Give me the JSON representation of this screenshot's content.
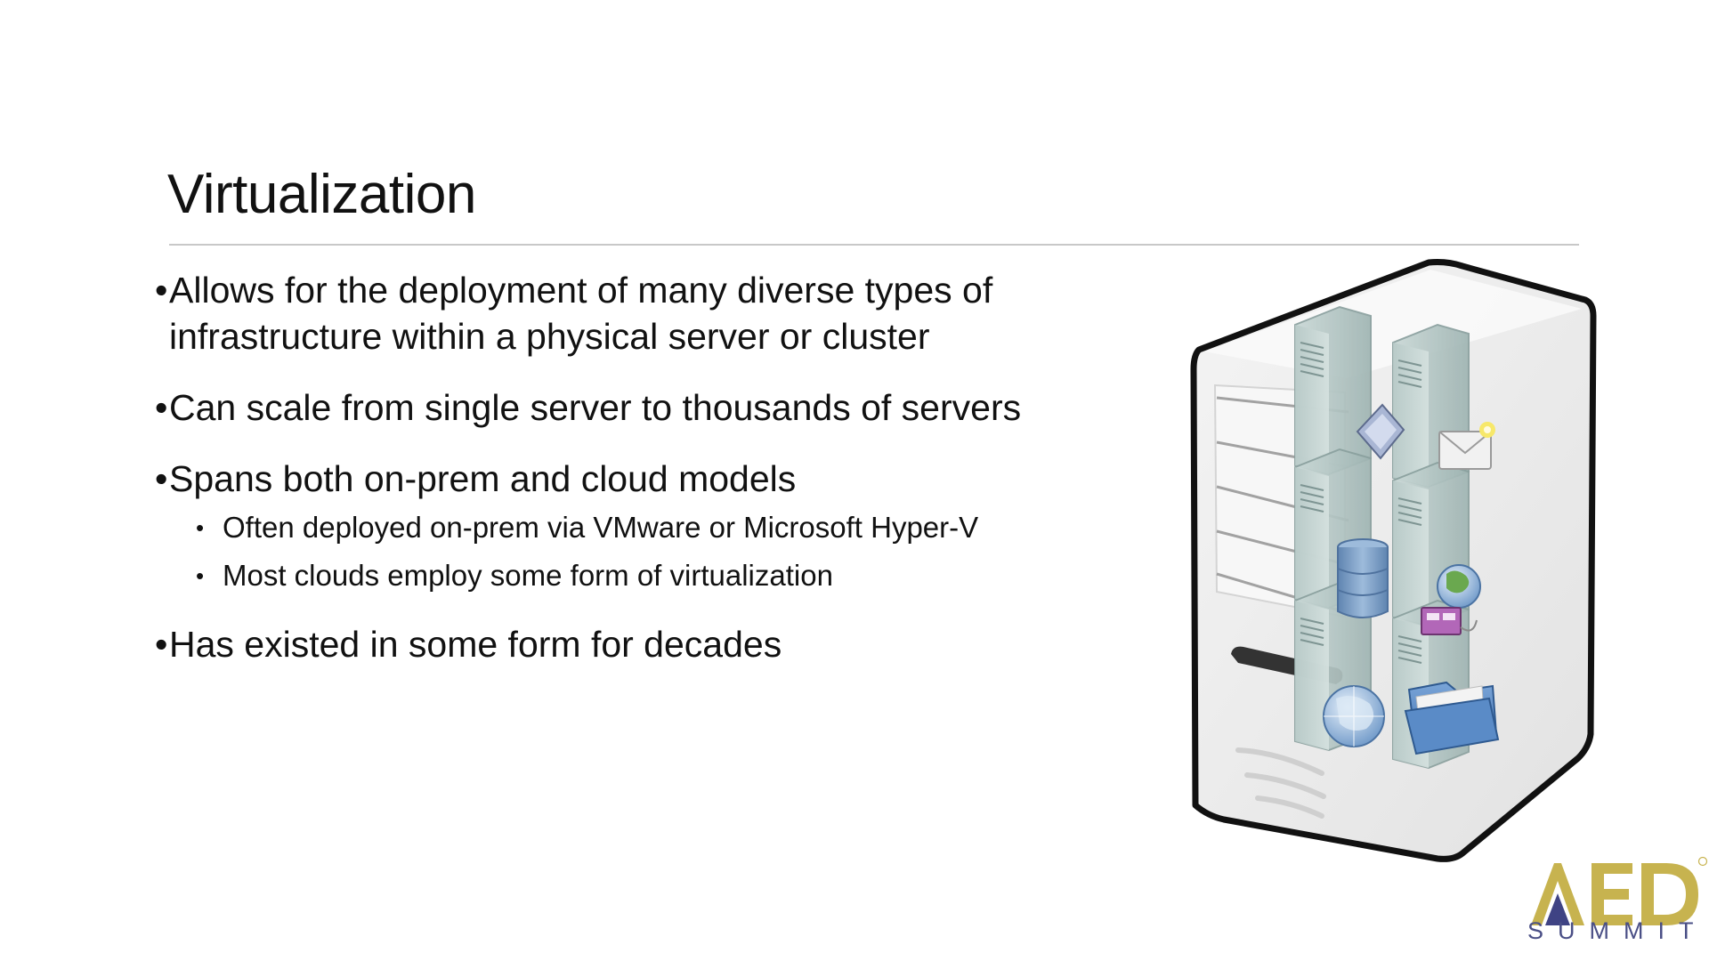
{
  "slide": {
    "title": "Virtualization",
    "bullets": [
      {
        "text": "Allows for the deployment of many diverse types of infrastructure within a physical server or cluster",
        "line1": "Allows for the deployment of many diverse types of",
        "line2": "infrastructure within a physical server or cluster"
      },
      {
        "text": "Can scale from single server to thousands of servers"
      },
      {
        "text": "Spans both on-prem and cloud models",
        "subbullets": [
          "Often deployed on-prem via VMware or Microsoft Hyper-V",
          "Most clouds employ some form of virtualization"
        ]
      },
      {
        "text": "Has existed in some form for decades"
      }
    ],
    "bullet_glyph": "•"
  },
  "illustration": {
    "icons": [
      "server-tower-icon",
      "virtual-server-icon",
      "database-icon",
      "globe-icon",
      "mail-icon",
      "folder-icon",
      "monitor-icon",
      "certificate-icon"
    ]
  },
  "logo": {
    "wordmark": "AED",
    "tagline": "SUMMIT",
    "registered": "®",
    "colors": {
      "gold": "#c7b34f",
      "navy": "#3f4384"
    }
  }
}
